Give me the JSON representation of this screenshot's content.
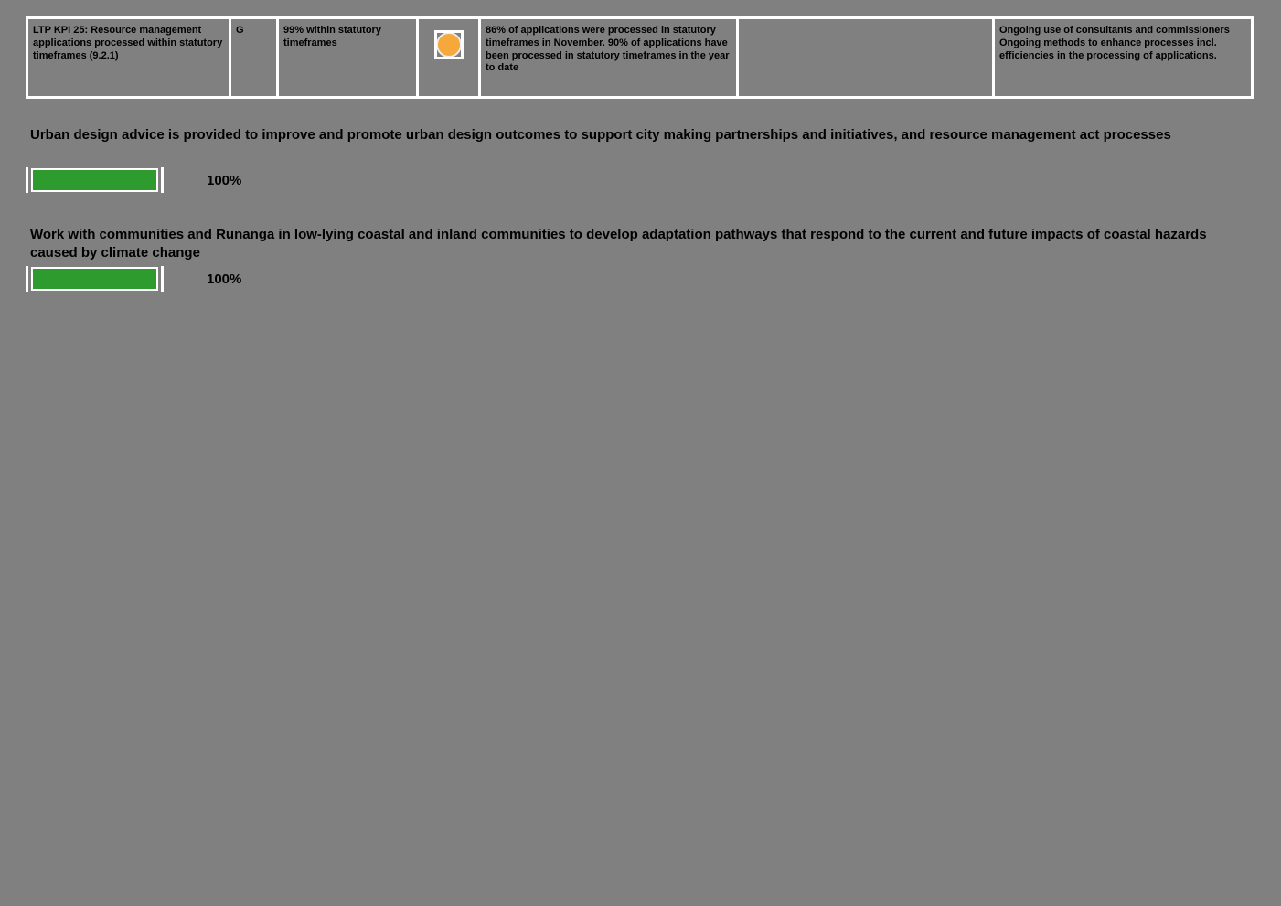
{
  "page": {
    "background_color": "#808080",
    "text_color": "#000000"
  },
  "kpi_table": {
    "row": {
      "kpi_name": "LTP KPI 25: Resource management applications processed within statutory timeframes (9.2.1)",
      "status_letter": "G",
      "target": "99% within statutory timeframes",
      "status_icon": "amber-circle-icon",
      "status_icon_color": "#f7a83b",
      "commentary": "86% of applications were processed in statutory timeframes in November. 90% of applications have been processed in statutory timeframes in the year to date",
      "empty_cell": "",
      "actions_lines": [
        "Ongoing use of consultants and commissioners",
        "Ongoing methods to enhance processes incl. efficiencies in the processing of applications."
      ]
    }
  },
  "sections": [
    {
      "title": "Urban design advice is provided to improve and promote urban design outcomes to support city making partnerships and initiatives, and resource management act processes",
      "progress_value": 100,
      "progress_label": "100%",
      "bar_color": "#2e9b2e"
    },
    {
      "title": "Work with communities and Runanga in low-lying coastal and inland communities to develop adaptation pathways that respond to the current and future impacts of coastal hazards caused by climate change",
      "progress_value": 100,
      "progress_label": "100%",
      "bar_color": "#2e9b2e"
    }
  ]
}
